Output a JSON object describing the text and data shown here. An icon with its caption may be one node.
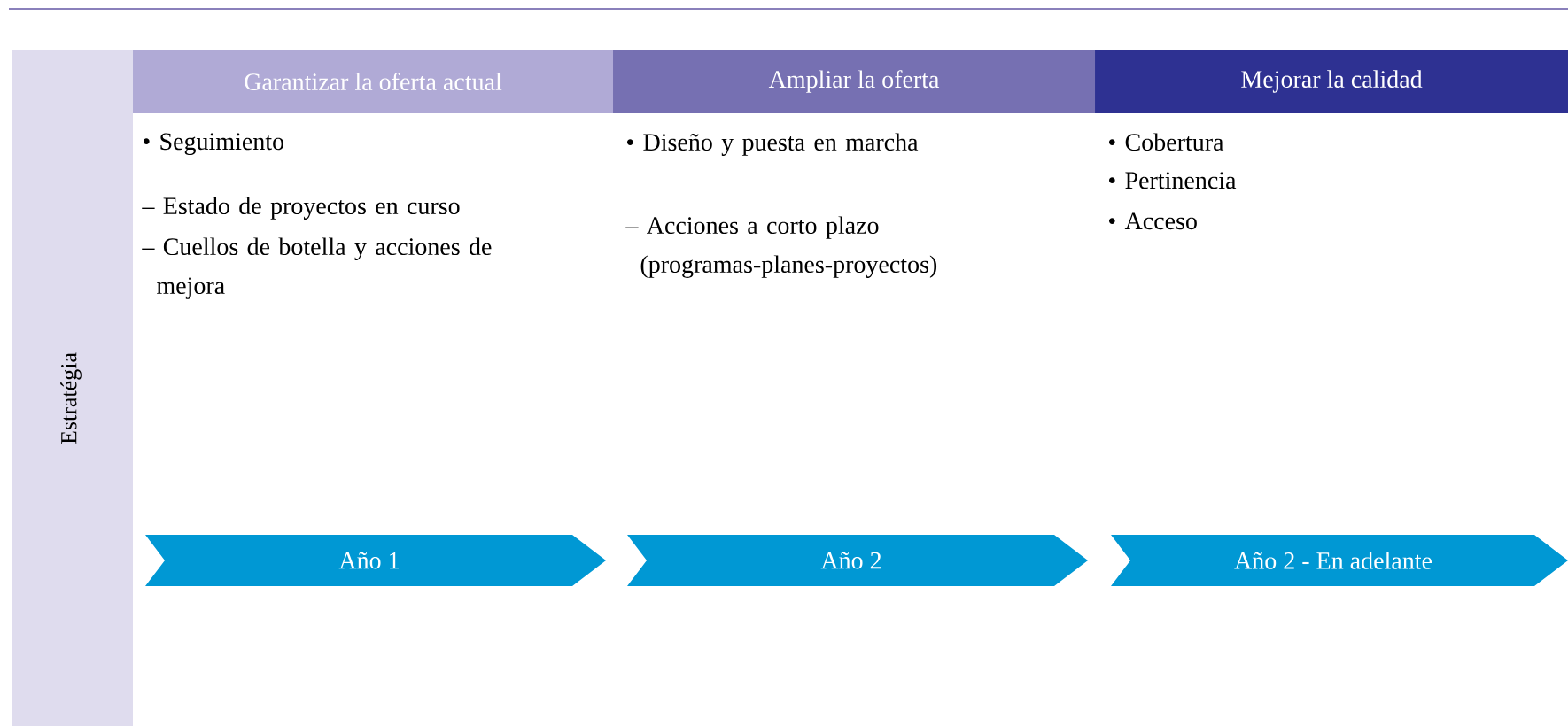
{
  "diagram": {
    "nodes": [
      {
        "text": [
          "Estratégia"
        ]
      },
      {
        "text": [
          "Garantizar la oferta actual"
        ]
      },
      {
        "text": [
          "Ampliar la oferta"
        ]
      },
      {
        "text": [
          "Mejorar la calidad"
        ]
      },
      {
        "text": [
          "Año 1"
        ]
      },
      {
        "text": [
          "Año 2"
        ]
      },
      {
        "text": [
          "Año 2 - En adelante"
        ]
      }
    ],
    "labels": [
      "• Seguimiento",
      "– Estado de proyectos en curso",
      "– Cuellos de botella y acciones de mejora",
      "• Diseño y puesta en marcha",
      "– Acciones a corto plazo (programas-planes-proyectos)",
      "• Cobertura",
      "• Pertinencia",
      "• Acceso"
    ]
  }
}
